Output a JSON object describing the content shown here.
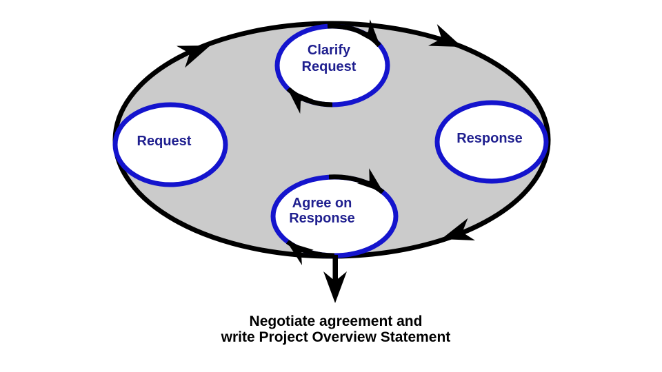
{
  "diagram": {
    "cycle_direction": "clockwise",
    "nodes": {
      "clarify_request": {
        "line1": "Clarify",
        "line2": "Request"
      },
      "request": {
        "label": "Request"
      },
      "response": {
        "label": "Response"
      },
      "agree_on_response": {
        "line1": "Agree on",
        "line2": "Response"
      }
    },
    "caption": {
      "line1": "Negotiate agreement and",
      "line2": "write Project Overview Statement"
    },
    "colors": {
      "background": "#ffffff",
      "cycle_fill": "#cbcbcb",
      "cycle_stroke": "#000000",
      "node_fill": "#ffffff",
      "node_stroke": "#1414cd",
      "node_text": "#1f1f8f",
      "caption_text": "#000000"
    }
  }
}
